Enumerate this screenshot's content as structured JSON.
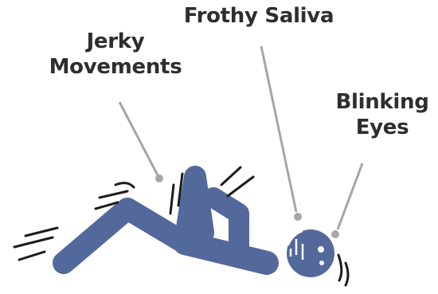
{
  "labels": {
    "jerky": {
      "line1": "Jerky",
      "line2": "Movements"
    },
    "froth": {
      "line1": "Frothy Saliva"
    },
    "blink": {
      "line1": "Blinking",
      "line2": "Eyes"
    }
  },
  "colors": {
    "figure": "#53689b",
    "leader": "#a6a6a6",
    "motion": "#1c1c1c",
    "text": "#2e2e2e"
  }
}
